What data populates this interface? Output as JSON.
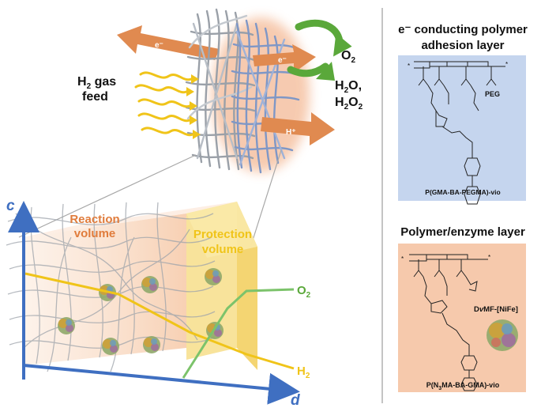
{
  "electrode": {
    "h2_feed_line1": "H",
    "h2_feed_sub": "2",
    "h2_feed_line1_tail": " gas",
    "h2_feed_line2": "feed",
    "e_left": "e⁻",
    "e_right": "e⁻",
    "h_plus": "H⁺",
    "o2": "O",
    "o2_sub": "2",
    "products_line1_a": "H",
    "products_line1_sub": "2",
    "products_line1_b": "O,",
    "products_line2_a": "H",
    "products_line2_sub1": "2",
    "products_line2_b": "O",
    "products_line2_sub2": "2"
  },
  "volume_plot": {
    "y_axis_label": "c",
    "x_axis_label": "d",
    "reaction_volume_line1": "Reaction",
    "reaction_volume_line2": "volume",
    "protection_volume_line1": "Protection",
    "protection_volume_line2": "volume",
    "o2_label": "O",
    "o2_sub": "2",
    "h2_label": "H",
    "h2_sub": "2"
  },
  "adhesion_panel": {
    "title_line1": "e⁻ conducting polymer",
    "title_line2": "adhesion layer",
    "peg_label": "PEG",
    "polymer_name": "P(GMA-BA-PEGMA)-vio",
    "bg_color": "#c5d5ee"
  },
  "enzyme_panel": {
    "title": "Polymer/enzyme layer",
    "enzyme_label_a": "D",
    "enzyme_label_v": "v",
    "enzyme_label_b": "MF-[NiFe]",
    "polymer_name_a": "P(N",
    "polymer_name_sub": "3",
    "polymer_name_b": "MA-BA-GMA)-vio",
    "bg_color": "#f6c9ac"
  },
  "colors": {
    "axis_blue": "#3f6fc1",
    "arrow_orange": "#e08a50",
    "arrow_green": "#5aa83a",
    "h2_yellow": "#f0c419",
    "o2_green": "#7cc36b",
    "reaction_tint": "#f8d7bf",
    "protection_tint": "#f7de8a"
  }
}
